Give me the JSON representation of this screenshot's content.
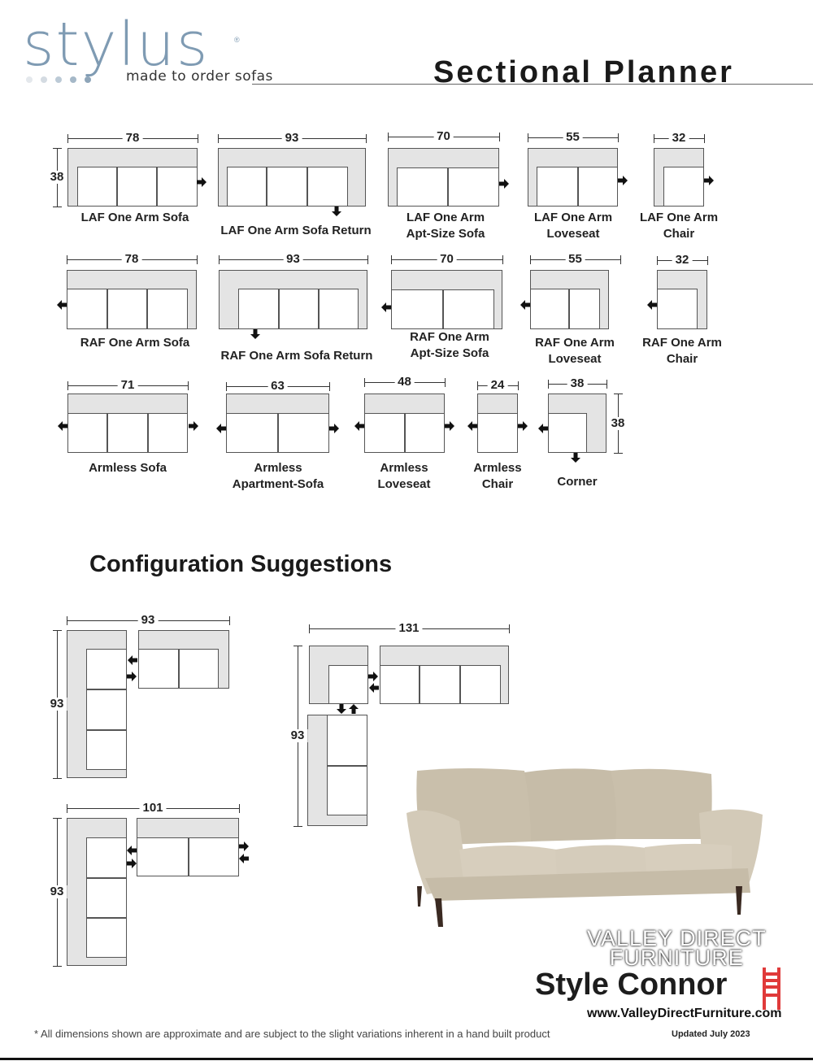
{
  "header": {
    "brand": "stylus",
    "registered": "®",
    "tagline": "made to order sofas",
    "title": "Sectional Planner"
  },
  "pieces": [
    {
      "label": [
        "LAF One Arm Sofa"
      ],
      "width": "78",
      "depth": "38"
    },
    {
      "label": [
        "LAF One Arm Sofa Return"
      ],
      "width": "93"
    },
    {
      "label": [
        "LAF One Arm",
        "Apt-Size Sofa"
      ],
      "width": "70"
    },
    {
      "label": [
        "LAF One Arm",
        "Loveseat"
      ],
      "width": "55"
    },
    {
      "label": [
        "LAF One Arm",
        "Chair"
      ],
      "width": "32"
    },
    {
      "label": [
        "RAF One Arm Sofa"
      ],
      "width": "78"
    },
    {
      "label": [
        "RAF One Arm Sofa Return"
      ],
      "width": "93"
    },
    {
      "label": [
        "RAF One Arm",
        "Apt-Size Sofa"
      ],
      "width": "70"
    },
    {
      "label": [
        "RAF One Arm",
        "Loveseat"
      ],
      "width": "55"
    },
    {
      "label": [
        "RAF One Arm",
        "Chair"
      ],
      "width": "32"
    },
    {
      "label": [
        "Armless Sofa"
      ],
      "width": "71"
    },
    {
      "label": [
        "Armless",
        "Apartment-Sofa"
      ],
      "width": "63"
    },
    {
      "label": [
        "Armless",
        "Loveseat"
      ],
      "width": "48"
    },
    {
      "label": [
        "Armless",
        "Chair"
      ],
      "width": "24"
    },
    {
      "label": [
        "Corner"
      ],
      "width": "38",
      "depth": "38"
    }
  ],
  "configurations": {
    "title": "Configuration Suggestions",
    "items": [
      {
        "width": "93",
        "depth": "93"
      },
      {
        "width": "131",
        "depth": "93"
      },
      {
        "width": "101",
        "depth": "93"
      }
    ]
  },
  "product": {
    "style_name": "Style Connor",
    "color": "#cfc6b3"
  },
  "watermark": {
    "line1": "VALLEY DIRECT",
    "line2": "FURNITURE",
    "url": "www.ValleyDirectFurniture.com",
    "accent": "#e03a3a"
  },
  "footer": {
    "note": "* All dimensions shown are approximate and are subject to the slight variations inherent in a hand built product",
    "updated": "Updated July 2023"
  }
}
